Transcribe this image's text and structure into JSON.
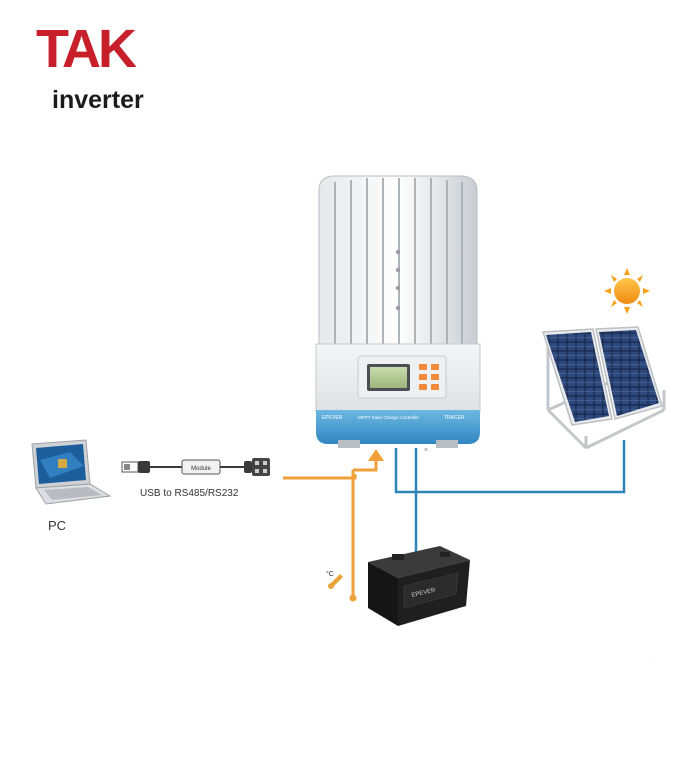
{
  "logo": {
    "brand": "TAK",
    "sub": "inverter"
  },
  "labels": {
    "pc": "PC",
    "cable": "USB to RS485/RS232",
    "module": "Module",
    "temp_symbol": "°C"
  },
  "controller": {
    "brand_left": "EPEVER",
    "model_text": "MPPT Solar Charge Controller",
    "brand_right": "TRACER"
  },
  "battery": {
    "brand": "EPEVER"
  },
  "colors": {
    "orange_wire": "#f2a03a",
    "blue_wire": "#2f84b7",
    "logo_red": "#c8202a",
    "controller_blue": "#4fa3d4",
    "sun": "#f7a11a"
  }
}
